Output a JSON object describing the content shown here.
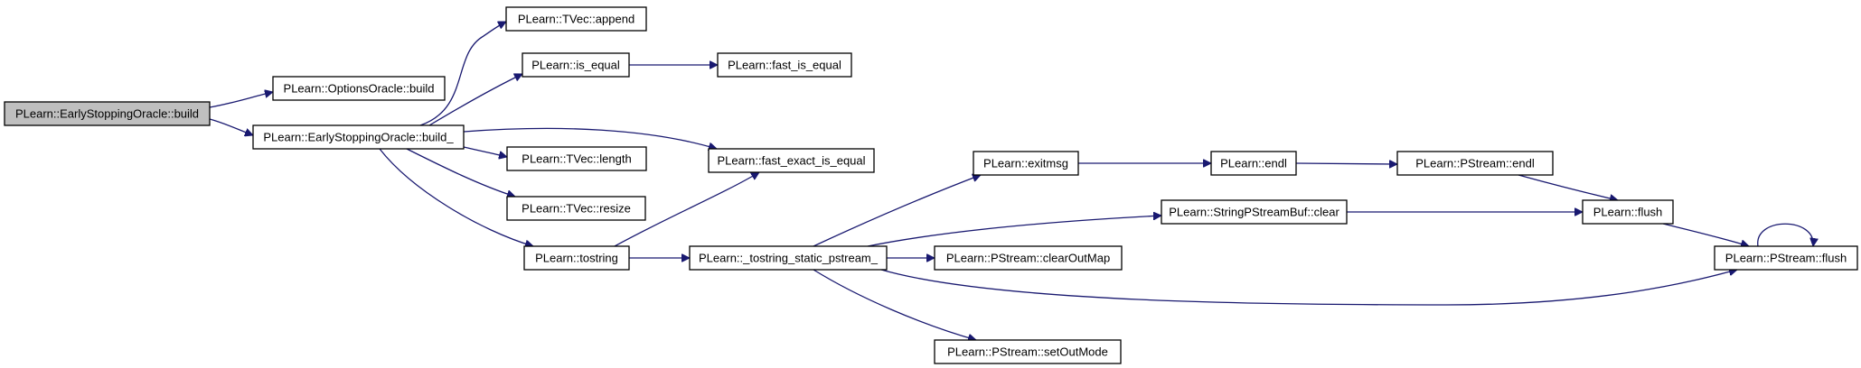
{
  "diagram": {
    "nodes": [
      {
        "id": "n_build",
        "label": "PLearn::EarlyStoppingOracle::build",
        "root": true
      },
      {
        "id": "n_options_build",
        "label": "PLearn::OptionsOracle::build"
      },
      {
        "id": "n_build_",
        "label": "PLearn::EarlyStoppingOracle::build_"
      },
      {
        "id": "n_tvec_append",
        "label": "PLearn::TVec::append"
      },
      {
        "id": "n_is_equal",
        "label": "PLearn::is_equal"
      },
      {
        "id": "n_fast_is_equal",
        "label": "PLearn::fast_is_equal"
      },
      {
        "id": "n_fast_exact",
        "label": "PLearn::fast_exact_is_equal"
      },
      {
        "id": "n_tvec_length",
        "label": "PLearn::TVec::length"
      },
      {
        "id": "n_tvec_resize",
        "label": "PLearn::TVec::resize"
      },
      {
        "id": "n_tostring",
        "label": "PLearn::tostring"
      },
      {
        "id": "n_tostring_static",
        "label": "PLearn::_tostring_static_pstream_"
      },
      {
        "id": "n_exitmsg",
        "label": "PLearn::exitmsg"
      },
      {
        "id": "n_endl",
        "label": "PLearn::endl"
      },
      {
        "id": "n_pstream_endl",
        "label": "PLearn::PStream::endl"
      },
      {
        "id": "n_sps_clear",
        "label": "PLearn::StringPStreamBuf::clear"
      },
      {
        "id": "n_flush",
        "label": "PLearn::flush"
      },
      {
        "id": "n_clearoutmap",
        "label": "PLearn::PStream::clearOutMap"
      },
      {
        "id": "n_pstream_flush",
        "label": "PLearn::PStream::flush"
      },
      {
        "id": "n_setoutmode",
        "label": "PLearn::PStream::setOutMode"
      }
    ],
    "edges": [
      {
        "from": "n_build",
        "to": "n_options_build"
      },
      {
        "from": "n_build",
        "to": "n_build_"
      },
      {
        "from": "n_build_",
        "to": "n_tvec_append"
      },
      {
        "from": "n_build_",
        "to": "n_is_equal"
      },
      {
        "from": "n_build_",
        "to": "n_fast_exact"
      },
      {
        "from": "n_build_",
        "to": "n_tvec_length"
      },
      {
        "from": "n_build_",
        "to": "n_tvec_resize"
      },
      {
        "from": "n_build_",
        "to": "n_tostring"
      },
      {
        "from": "n_is_equal",
        "to": "n_fast_is_equal"
      },
      {
        "from": "n_tostring",
        "to": "n_fast_exact"
      },
      {
        "from": "n_tostring",
        "to": "n_tostring_static"
      },
      {
        "from": "n_tostring_static",
        "to": "n_exitmsg"
      },
      {
        "from": "n_tostring_static",
        "to": "n_sps_clear"
      },
      {
        "from": "n_tostring_static",
        "to": "n_clearoutmap"
      },
      {
        "from": "n_tostring_static",
        "to": "n_pstream_flush"
      },
      {
        "from": "n_tostring_static",
        "to": "n_setoutmode"
      },
      {
        "from": "n_exitmsg",
        "to": "n_endl"
      },
      {
        "from": "n_endl",
        "to": "n_pstream_endl"
      },
      {
        "from": "n_pstream_endl",
        "to": "n_flush"
      },
      {
        "from": "n_sps_clear",
        "to": "n_flush"
      },
      {
        "from": "n_flush",
        "to": "n_pstream_flush"
      },
      {
        "from": "n_pstream_flush",
        "to": "n_pstream_flush"
      }
    ],
    "colors": {
      "edge": "#191970",
      "node_border": "#000000",
      "root_fill": "#bfbfbf",
      "node_fill": "#ffffff"
    }
  }
}
